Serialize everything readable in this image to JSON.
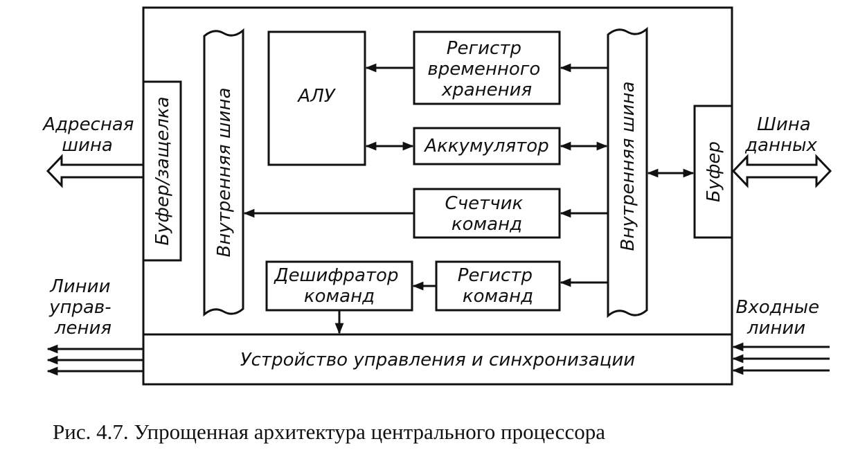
{
  "diagram": {
    "nodes": {
      "alu": "АЛУ",
      "temp_register": [
        "Регистр",
        "временного",
        "хранения"
      ],
      "accumulator": "Аккумулятор",
      "program_counter": [
        "Счетчик",
        "команд"
      ],
      "instruction_decoder": [
        "Дешифратор",
        "команд"
      ],
      "instruction_register": [
        "Регистр",
        "команд"
      ],
      "control_unit": "Устройство управления и синхронизации",
      "address_latch": "Буфер/защелка",
      "data_buffer": "Буфер",
      "internal_bus_left": "Внутренняя шина",
      "internal_bus_right": "Внутренняя шина"
    },
    "external": {
      "address_bus": [
        "Адресная",
        "шина"
      ],
      "data_bus": [
        "Шина",
        "данных"
      ],
      "control_lines": [
        "Линии",
        "управ-",
        "ления"
      ],
      "input_lines": [
        "Входные",
        "линии"
      ]
    },
    "caption": "Рис. 4.7. Упрощенная архитектура центрального процессора"
  }
}
